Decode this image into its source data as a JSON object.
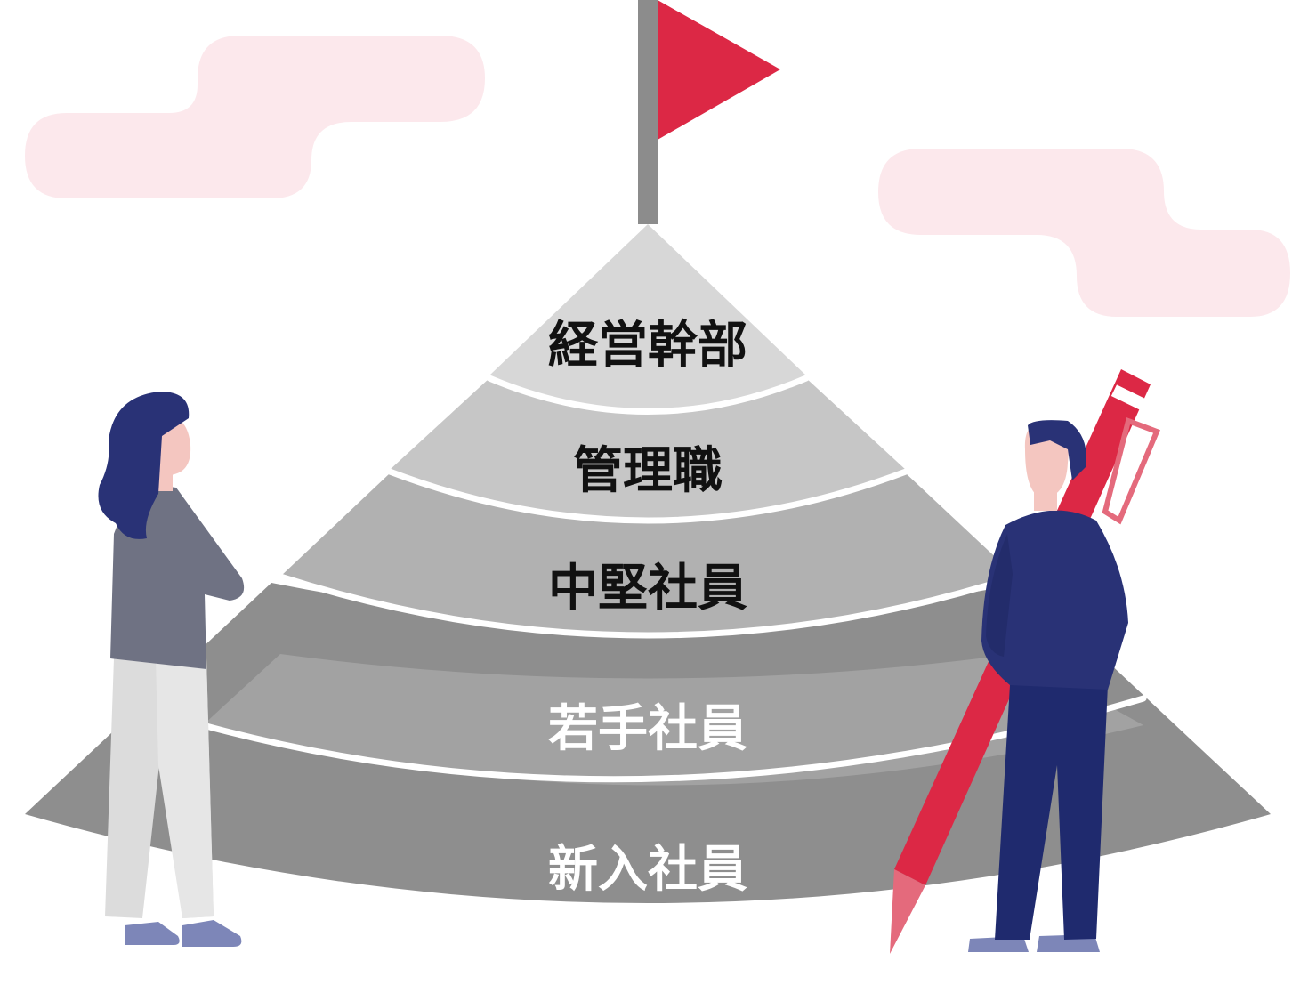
{
  "levels": [
    {
      "label": "経営幹部",
      "fill": "#d7d7d7",
      "text_color": "#111111"
    },
    {
      "label": "管理職",
      "fill": "#c6c6c6",
      "text_color": "#111111"
    },
    {
      "label": "中堅社員",
      "fill": "#b1b1b1",
      "text_color": "#111111"
    },
    {
      "label": "若手社員",
      "fill": "#a2a2a2",
      "text_color": "#ffffff"
    },
    {
      "label": "新入社員",
      "fill": "#8e8e8e",
      "text_color": "#ffffff"
    }
  ],
  "colors": {
    "flag": "#dc2845",
    "flagpole": "#8c8c8c",
    "cloud": "#fce8ec",
    "navy": "#293276",
    "pencil": "#dc2845"
  },
  "figures": [
    "woman-figure",
    "man-figure",
    "pencil-icon",
    "flag-icon"
  ]
}
